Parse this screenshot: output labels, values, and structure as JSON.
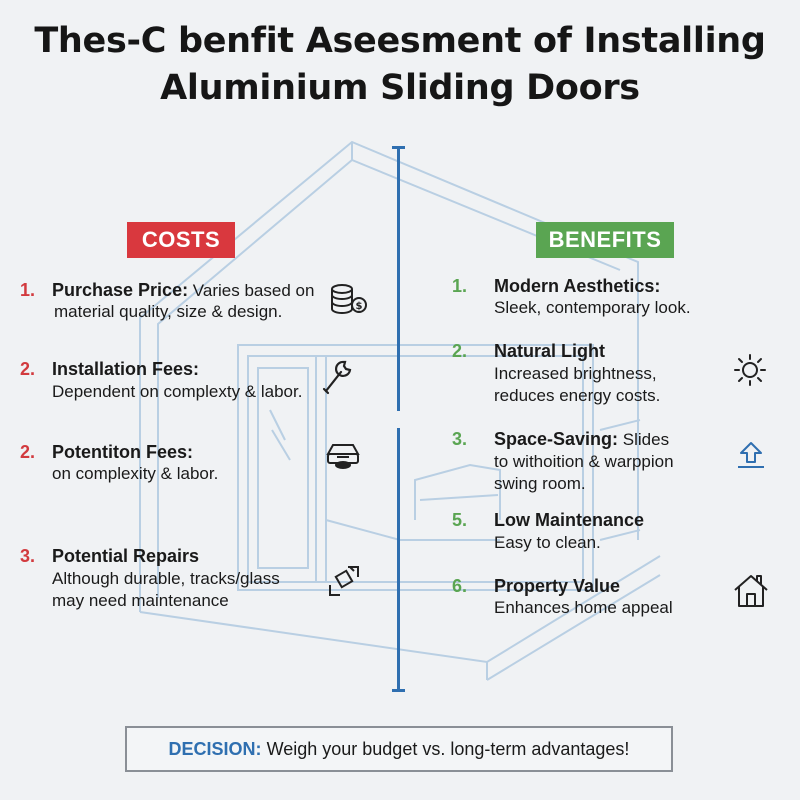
{
  "title": {
    "line1": "Thes-C benfit Aseesment of Installing",
    "line2": "Aluminium Sliding Doors"
  },
  "colors": {
    "costs": "#d9383e",
    "benefits": "#5aa552",
    "accent": "#2f6fb0"
  },
  "costs": {
    "label": "COSTS",
    "items": [
      {
        "num": "1.",
        "head": "Purchase Price:",
        "text1": " Varies based on",
        "text2": "material quality, size & design.",
        "icon": "coins-dollar-icon"
      },
      {
        "num": "2.",
        "head": "Installation Fees:",
        "text2": "Dependent on complexty & labor.",
        "icon": "wrench-icon"
      },
      {
        "num": "2.",
        "head": "Potentiton Fees:",
        "text2": "on complexity & labor.",
        "icon": "lamp-icon"
      },
      {
        "num": "3.",
        "head": "Potential Repairs",
        "text2": "Although durable, tracks/glass",
        "text3": "may need maintenance",
        "icon": "glass-pane-icon"
      }
    ]
  },
  "benefits": {
    "label": "BENEFITS",
    "items": [
      {
        "num": "1.",
        "head": "Modern Aesthetics:",
        "text2": "Sleek, contemporary look."
      },
      {
        "num": "2.",
        "head": "Natural Light",
        "text2": "Increased brightness,",
        "text3": "reduces energy costs.",
        "icon": "sun-icon"
      },
      {
        "num": "3.",
        "head": "Space-Saving:",
        "text1": "  Slides",
        "text2": "to withoition & warppion",
        "text3": "swing room.",
        "icon": "up-arrow-icon"
      },
      {
        "num": "5.",
        "head": "Low Maintenance",
        "text2": "Easy to clean."
      },
      {
        "num": "6.",
        "head": "Property Value",
        "text2": "Enhances home appeal",
        "icon": "house-icon"
      }
    ]
  },
  "decision": {
    "label": "DECISION:",
    "text": " Weigh your budget vs. long-term advantages!"
  }
}
